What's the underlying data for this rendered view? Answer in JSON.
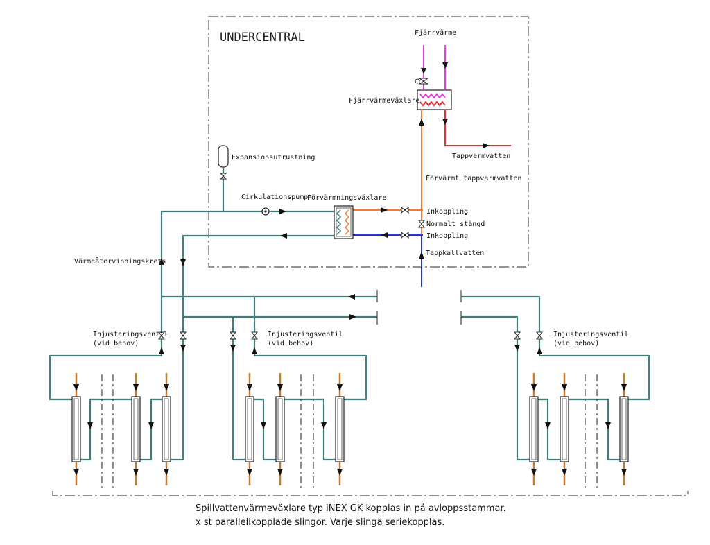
{
  "labels": {
    "undercentral": "UNDERCENTRAL",
    "fjarrvarme": "Fjärrvärme",
    "fjarrvarmevaxlare": "Fjärrvärmeväxlare",
    "tappvarmvatten": "Tappvarmvatten",
    "expansionsutrustning": "Expansionsutrustning",
    "forvarmt_tappvarmvatten": "Förvärmt tappvarmvatten",
    "cirkulationspump": "Cirkulationspump",
    "forvarmningsvaxlare": "Förvärmningsväxlare",
    "inkoppling_1": "Inkoppling",
    "normalt_stangd": "Normalt stängd",
    "inkoppling_2": "Inkoppling",
    "tappkallvatten": "Tappkallvatten",
    "varmeatervinningskrets": "Värmeåtervinningskrets",
    "injusteringsventil_1": "Injusteringsventil",
    "vid_behov_1": "(vid behov)",
    "injusteringsventil_2": "Injusteringsventil",
    "vid_behov_2": "(vid behov)",
    "injusteringsventil_3": "Injusteringsventil",
    "vid_behov_3": "(vid behov)"
  },
  "footnote": {
    "line1": "Spillvattenvärmeväxlare typ iNEX GK kopplas in på avloppsstammar.",
    "line2": "x st parallellkopplade slingor. Varje slinga seriekopplas."
  },
  "colors": {
    "circuit": "#3d7f7d",
    "preheated_water": "#ee7a33",
    "hot_water": "#e83030",
    "district_heating": "#e040e0",
    "cold_water": "#2233dd",
    "drain_pipe": "#c97a30"
  }
}
